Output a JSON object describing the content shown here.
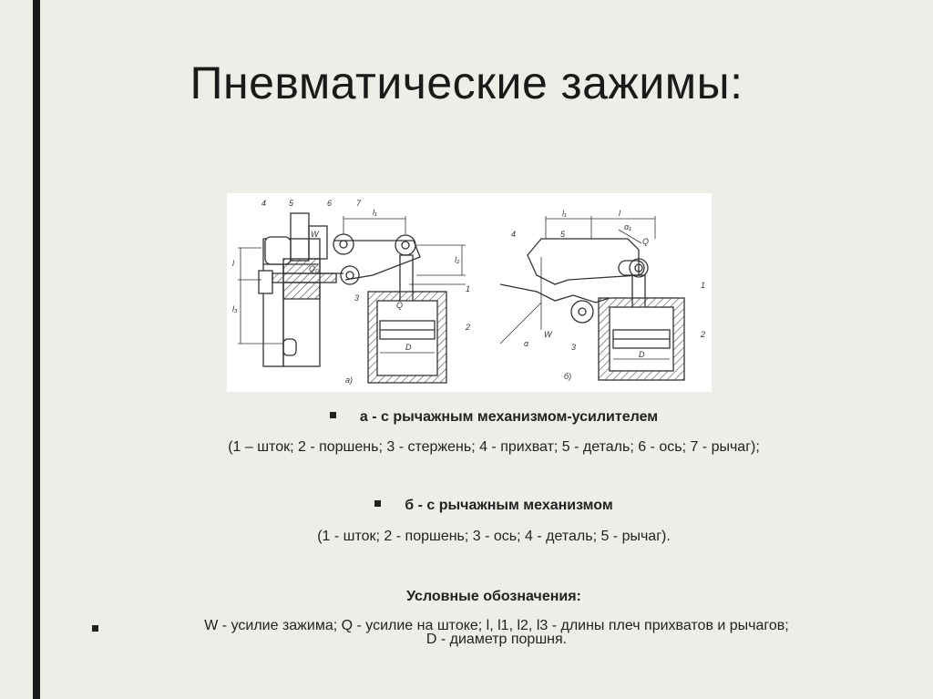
{
  "slide": {
    "title": "Пневматические зажимы:",
    "item_a": {
      "heading": "а - с рычажным механизмом-усилителем",
      "detail": "(1 – шток; 2 - поршень; 3 - стержень; 4 - прихват; 5 - деталь; 6 - ось; 7 - рычаг);"
    },
    "item_b": {
      "heading": "б - с рычажным механизмом",
      "detail": "(1 - шток; 2 - поршень; 3 - ось; 4 - деталь; 5 - рычаг)."
    },
    "legend": {
      "heading": "Условные обозначения:",
      "line1": "W - усилие зажима; Q - усилие на штоке; l, l1, l2, l3 - длины плеч прихватов и рычагов;",
      "line2": "D - диаметр поршня."
    }
  },
  "figure": {
    "labels_a": {
      "n4": "4",
      "n5": "5",
      "n6": "6",
      "n7": "7",
      "n1": "1",
      "n2": "2",
      "n3": "3",
      "w": "W",
      "q0": "Q₀",
      "q": "Q",
      "l1": "l₁",
      "l2": "l₂",
      "l3": "l₃",
      "l": "l",
      "d": "D",
      "caption": "а)"
    },
    "labels_b": {
      "n4": "4",
      "n5": "5",
      "n1": "1",
      "n2": "2",
      "n3": "3",
      "w": "W",
      "q": "Q",
      "l1": "l₁",
      "l": "l",
      "alpha": "α",
      "alpha1": "α₁",
      "d": "D",
      "caption": "б)"
    }
  }
}
